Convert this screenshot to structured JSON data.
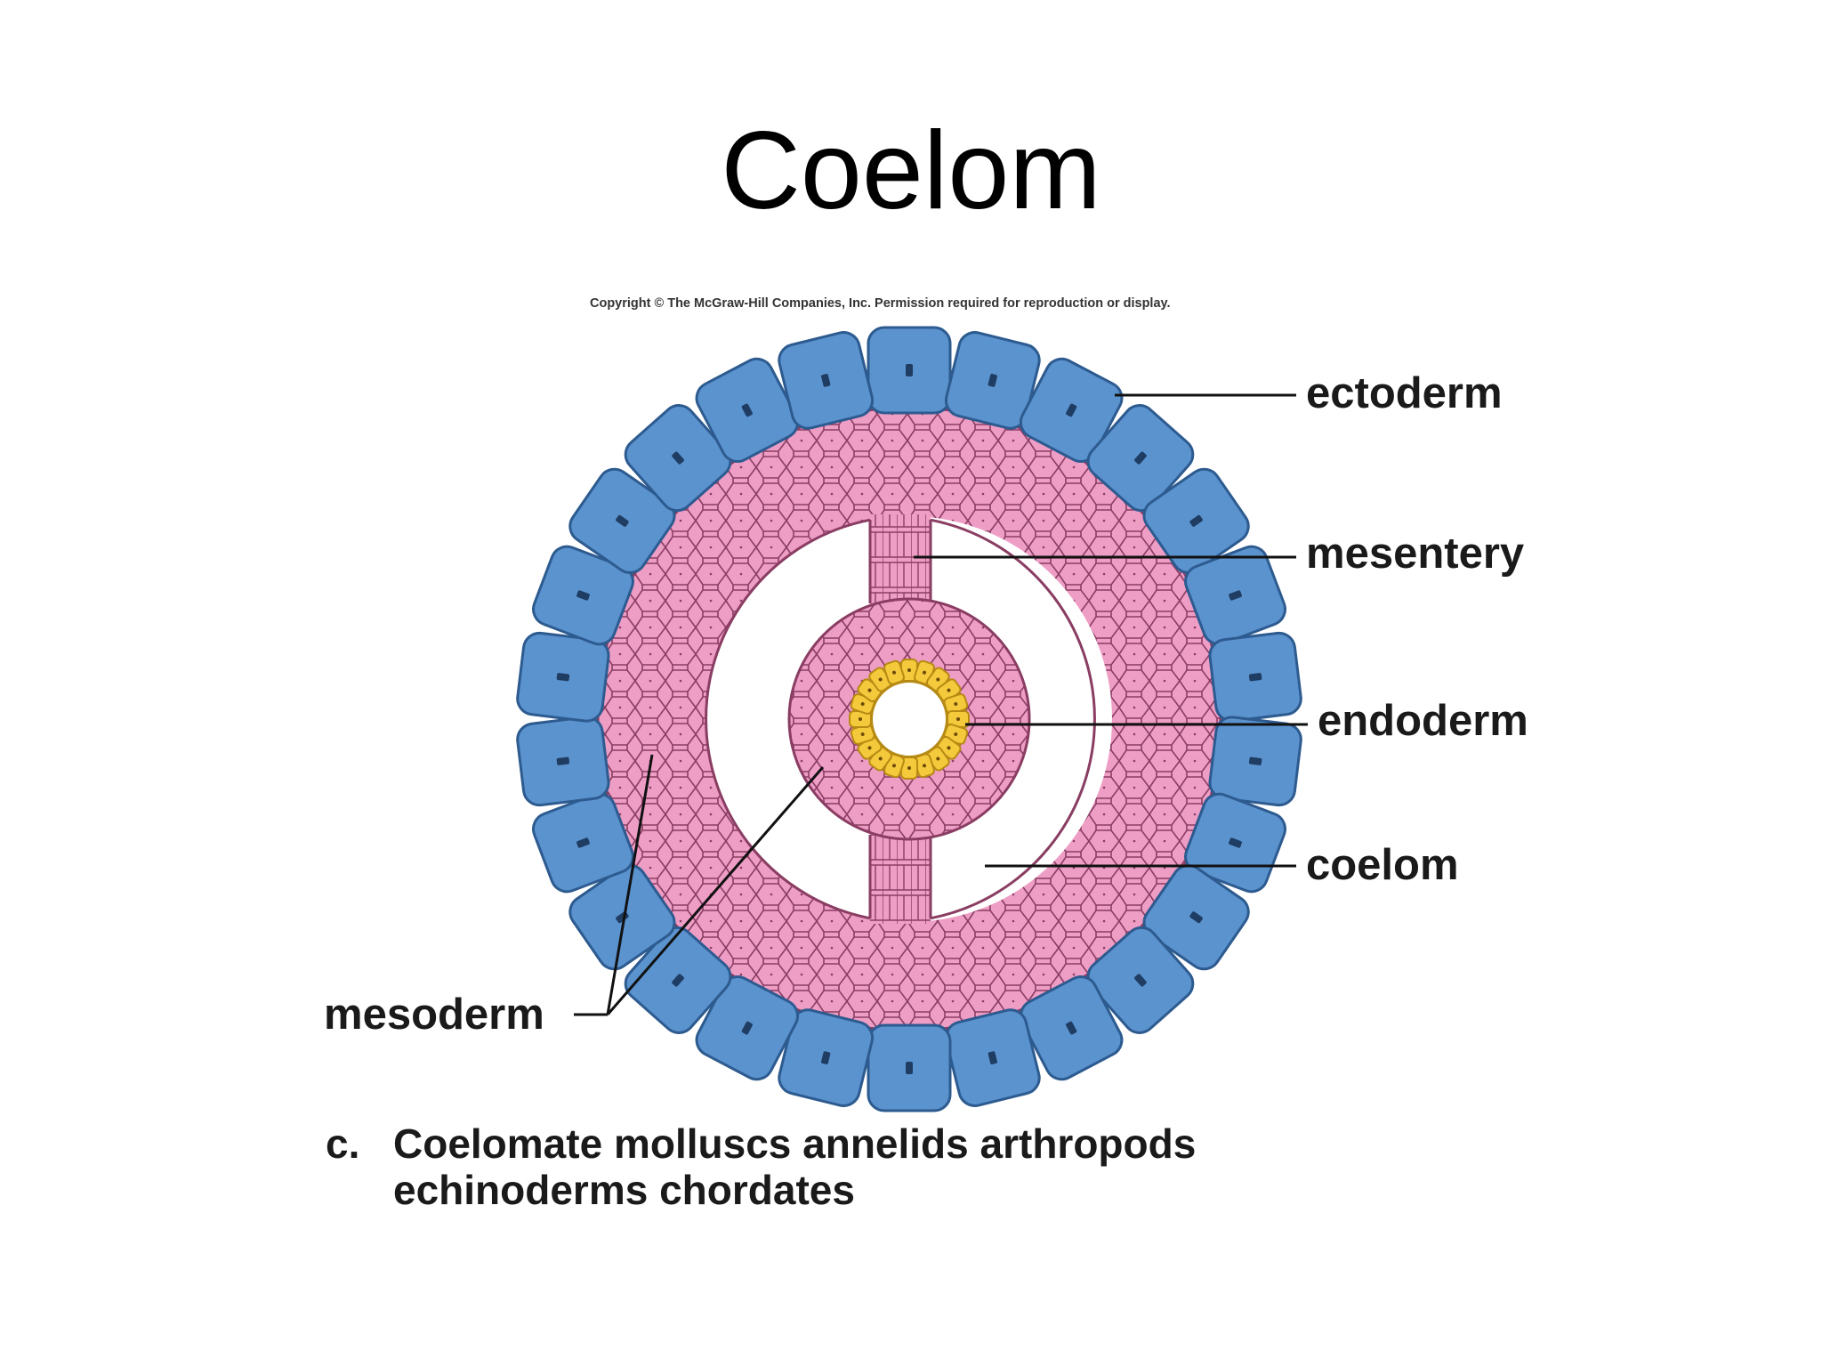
{
  "slide": {
    "title": "Coelom",
    "copyright": "Copyright © The McGraw-Hill Companies, Inc. Permission required for reproduction or display."
  },
  "diagram": {
    "labels": {
      "ectoderm": "ectoderm",
      "mesentery": "mesentery",
      "endoderm": "endoderm",
      "coelom": "coelom",
      "mesoderm": "mesoderm"
    },
    "caption": {
      "marker": "c.",
      "line1": "Coelomate molluscs annelids arthropods",
      "line2": "echinoderms chordates"
    },
    "colors": {
      "ectoderm_fill": "#5b93cf",
      "ectoderm_stroke": "#2d5b8f",
      "mesoderm_fill": "#ee9dc5",
      "mesoderm_stroke": "#8a3d62",
      "endoderm_fill": "#f4c93b",
      "endoderm_stroke": "#b68a13",
      "nucleus": "#1f3d63"
    }
  }
}
